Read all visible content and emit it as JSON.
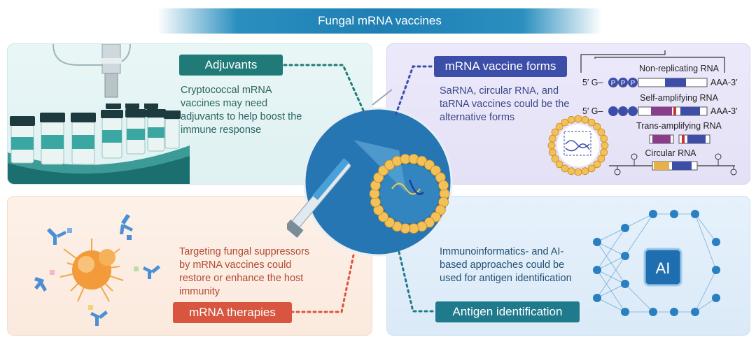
{
  "title": "Fungal mRNA vaccines",
  "adjuvants": {
    "label": "Adjuvants",
    "description": "Cryptococcal mRNA vaccines may need adjuvants to help boost the immune response"
  },
  "vaccine_forms": {
    "label": "mRNA vaccine forms",
    "description": "SaRNA, circular RNA, and taRNA vaccines could be the alternative forms",
    "rna_types": [
      {
        "name": "Non-replicating RNA",
        "five_prime": "5′ G–",
        "three_prime": "AAA-3′"
      },
      {
        "name": "Self-amplifying RNA",
        "five_prime": "5′ G–",
        "three_prime": "AAA-3′"
      },
      {
        "name": "Trans-amplifying RNA"
      },
      {
        "name": "Circular RNA"
      }
    ],
    "cap_letter": "P"
  },
  "therapies": {
    "label": "mRNA therapies",
    "description": "Targeting fungal suppressors by mRNA vaccines could restore or enhance the host immunity"
  },
  "antigen": {
    "label": "Antigen identification",
    "description": "Immunoinformatics- and AI-based approaches could be used for antigen identification",
    "ai_label": "AI"
  },
  "colors": {
    "adjuvants": "#1f7a78",
    "forms": "#3d4ea8",
    "therapies": "#d8563f",
    "antigen": "#1f7a8c"
  }
}
